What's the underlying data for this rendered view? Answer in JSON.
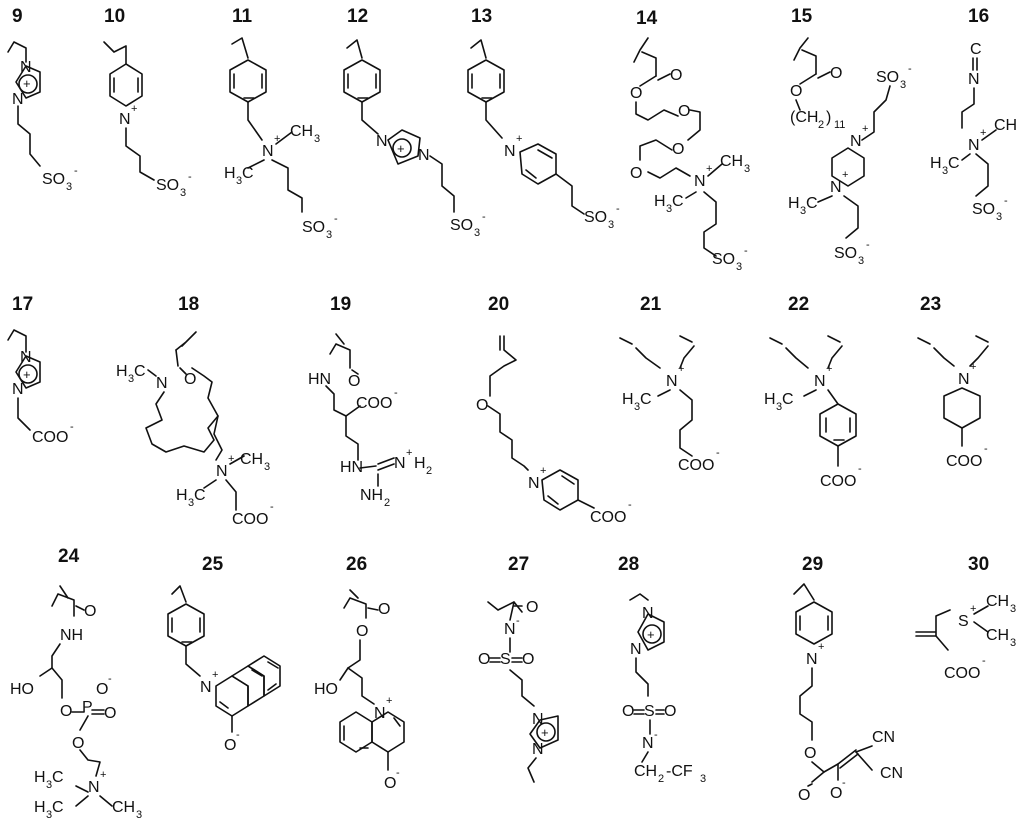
{
  "structures": [
    {
      "id": "9",
      "label": "9"
    },
    {
      "id": "10",
      "label": "10"
    },
    {
      "id": "11",
      "label": "11"
    },
    {
      "id": "12",
      "label": "12"
    },
    {
      "id": "13",
      "label": "13"
    },
    {
      "id": "14",
      "label": "14"
    },
    {
      "id": "15",
      "label": "15"
    },
    {
      "id": "16",
      "label": "16"
    },
    {
      "id": "17",
      "label": "17"
    },
    {
      "id": "18",
      "label": "18"
    },
    {
      "id": "19",
      "label": "19"
    },
    {
      "id": "20",
      "label": "20"
    },
    {
      "id": "21",
      "label": "21"
    },
    {
      "id": "22",
      "label": "22"
    },
    {
      "id": "23",
      "label": "23"
    },
    {
      "id": "24",
      "label": "24"
    },
    {
      "id": "25",
      "label": "25"
    },
    {
      "id": "26",
      "label": "26"
    },
    {
      "id": "27",
      "label": "27"
    },
    {
      "id": "28",
      "label": "28"
    },
    {
      "id": "29",
      "label": "29"
    },
    {
      "id": "30",
      "label": "30"
    }
  ],
  "atoms": {
    "N": "N",
    "Nplus": "N",
    "O": "O",
    "S": "S",
    "HO": "HO",
    "HN": "HN",
    "NH": "NH",
    "P": "P",
    "plus": "+",
    "minus": "-",
    "circled_plus": "+",
    "SO3": "SO",
    "three": "3",
    "COO": "COO",
    "CH3": "CH",
    "H3C": "H",
    "Cwith3": "C",
    "sub3": "3",
    "sub2": "2",
    "H2": "H",
    "NH2": "NH",
    "CH2_11": "(CH",
    "sub11": "11",
    "close": ")",
    "C": "C",
    "CN": "CN",
    "CH2CF3": "CH",
    "CF3": "-CF",
    "Splus": "S",
    "Nminus": "N",
    "Ominus": "O",
    "NplusH2": "N"
  }
}
